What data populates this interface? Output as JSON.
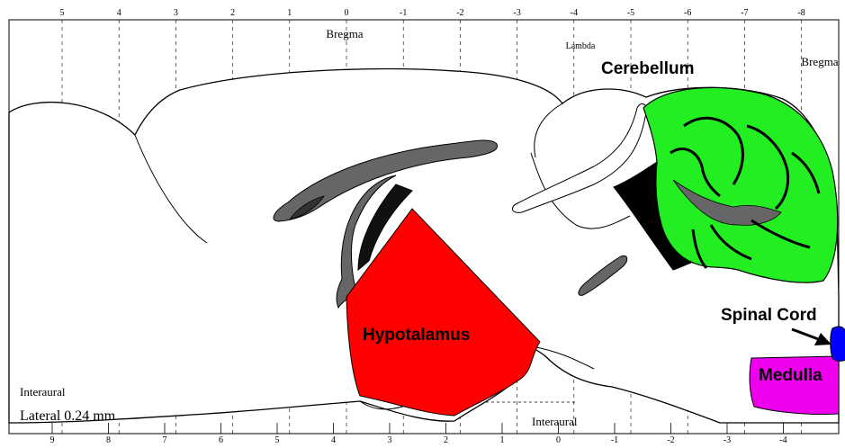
{
  "top_ruler": {
    "ticks": [
      "5",
      "4",
      "3",
      "2",
      "1",
      "0",
      "-1",
      "-2",
      "-3",
      "-4",
      "-5",
      "-6",
      "-7",
      "-8"
    ]
  },
  "bottom_ruler": {
    "ticks": [
      "9",
      "8",
      "7",
      "6",
      "5",
      "4",
      "3",
      "2",
      "1",
      "0",
      "-1",
      "-2",
      "-3",
      "-4"
    ]
  },
  "labels": {
    "bregma_top": "Bregma",
    "lambda": "Lambda",
    "bregma_right": "Bregma",
    "interaural_left": "Interaural",
    "interaural_bottom": "Interaural",
    "lateral": "Lateral 0.24 mm"
  },
  "regions": {
    "cerebellum": "Cerebellum",
    "hypothalamus": "Hypotalamus",
    "spinal_cord": "Spinal Cord",
    "medulla": "Medulla"
  },
  "colors": {
    "cerebellum": "#22ee22",
    "hypothalamus": "#ff0000",
    "medulla": "#ee00ee",
    "spinal_cord": "#0000ff",
    "ventricle": "#666666",
    "white_matter": "#000000"
  }
}
